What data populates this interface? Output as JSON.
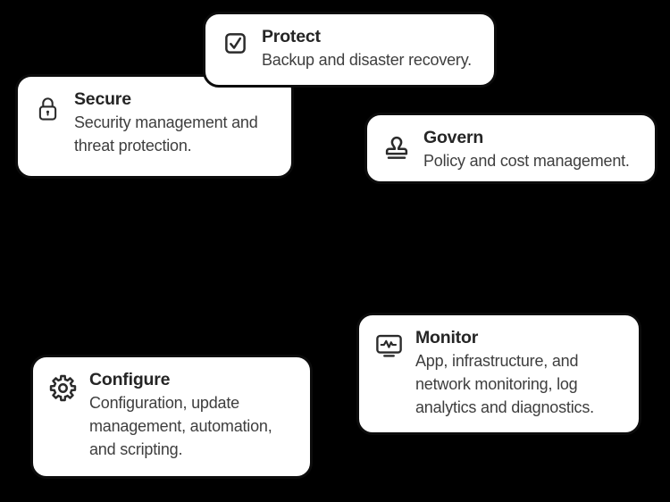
{
  "canvas": {
    "background_color": "#000000",
    "card_background": "#ffffff",
    "card_border_color": "#0c0c0c",
    "title_color": "#252525",
    "description_color": "#3e3e3e",
    "icon_color": "#2b2b2b"
  },
  "cards": [
    {
      "id": "protect",
      "icon": "checkbox-check-icon",
      "title": "Protect",
      "description": "Backup and disaster recovery."
    },
    {
      "id": "secure",
      "icon": "lock-icon",
      "title": "Secure",
      "description": "Security management and\nthreat protection."
    },
    {
      "id": "govern",
      "icon": "stamp-icon",
      "title": "Govern",
      "description": "Policy and cost management."
    },
    {
      "id": "monitor",
      "icon": "monitor-pulse-icon",
      "title": "Monitor",
      "description": "App, infrastructure, and\nnetwork monitoring, log\nanalytics and diagnostics."
    },
    {
      "id": "configure",
      "icon": "gear-icon",
      "title": "Configure",
      "description": "Configuration, update\nmanagement, automation,\nand scripting."
    }
  ]
}
